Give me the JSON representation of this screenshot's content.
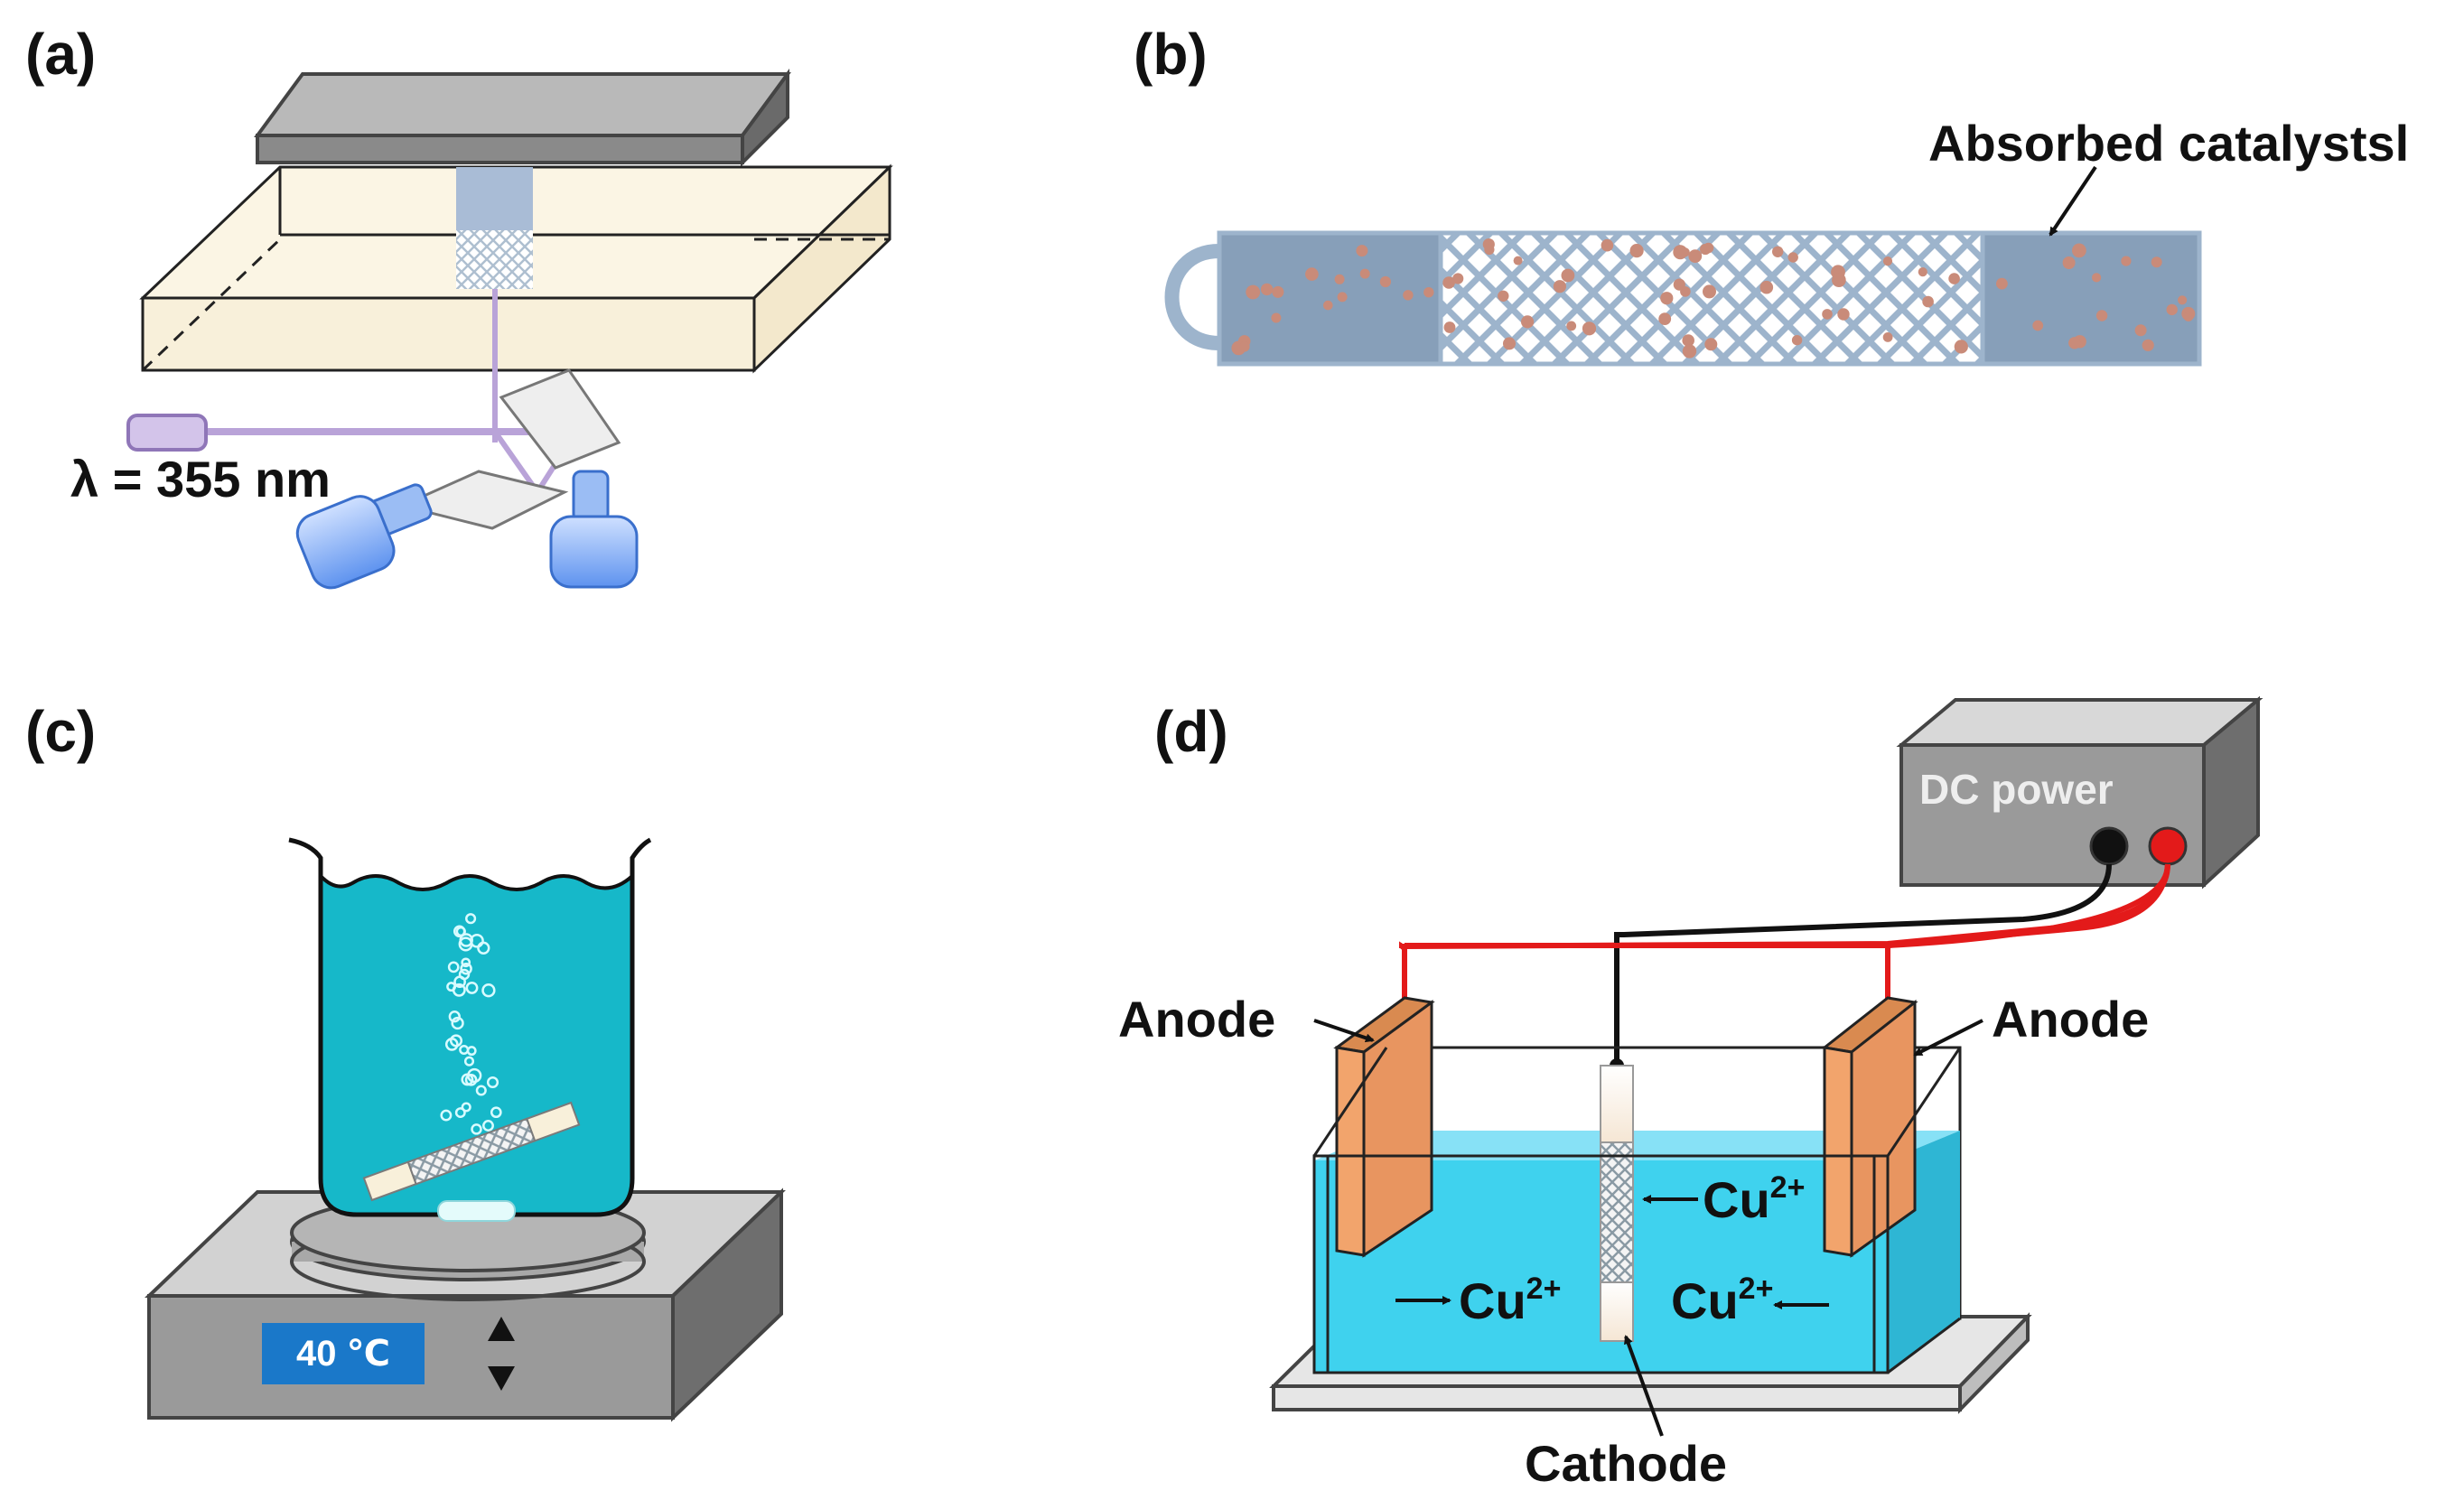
{
  "panels": {
    "a": {
      "label": "(a)",
      "wavelength": "λ = 355 nm"
    },
    "b": {
      "label": "(b)",
      "annotation": "Absorbed catalystsl"
    },
    "c": {
      "label": "(c)",
      "display": "40 ℃"
    },
    "d": {
      "label": "(d)",
      "power": "DC power",
      "anode_left": "Anode",
      "anode_right": "Anode",
      "cathode": "Cathode",
      "ion_base": "Cu",
      "ion_charge": "2+"
    }
  },
  "colors": {
    "liquid": "#16b8c9",
    "electrolyte": "#3fd2ee",
    "copper": "#f2a46c",
    "mesh": "#9db4cc",
    "catalyst": "#c98b79",
    "laser": "#b9a3d8",
    "plate": "#f8f0da",
    "wire_red": "#e31a1a",
    "display": "#1a78c9"
  },
  "icons": [
    "beaker-icon",
    "hotplate-icon",
    "stent-icon",
    "laser-icon",
    "dc-power-supply-icon",
    "electroplating-tank-icon"
  ]
}
